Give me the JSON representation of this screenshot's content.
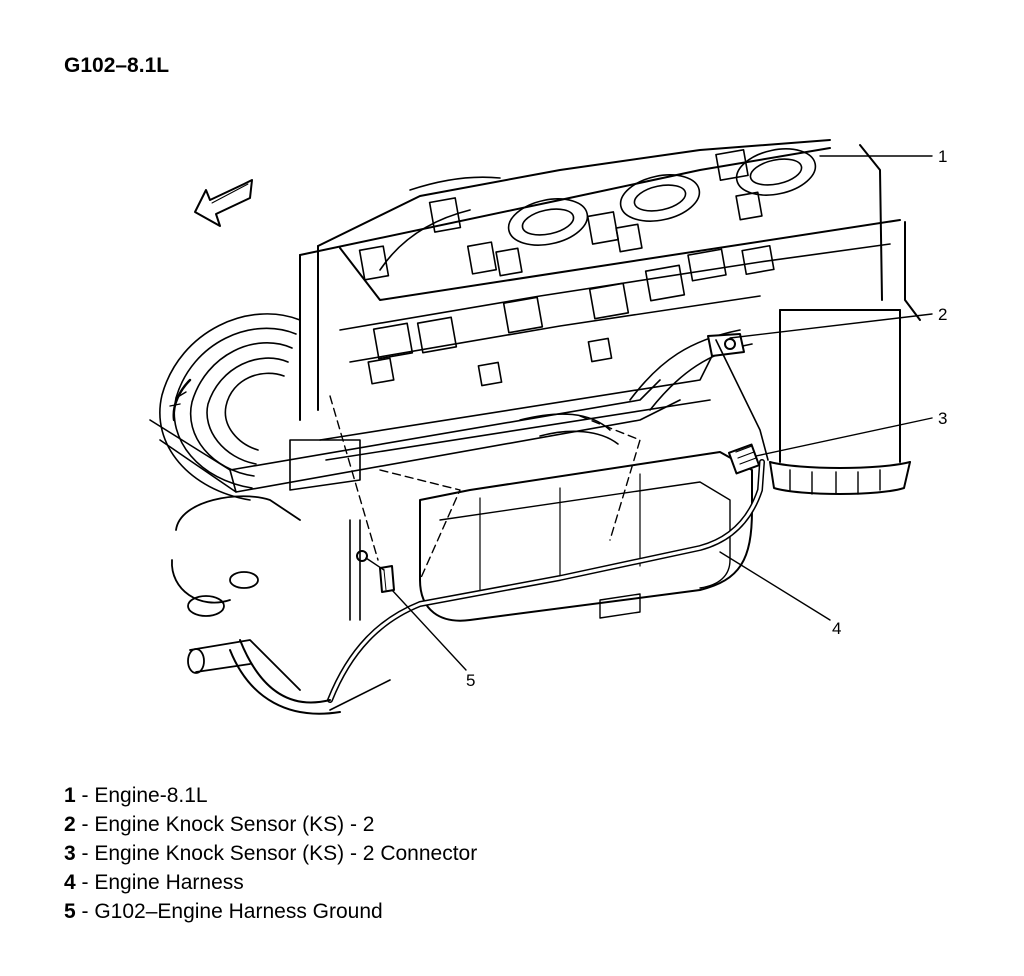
{
  "title": "G102–8.1L",
  "callouts": [
    "1",
    "2",
    "3",
    "4",
    "5"
  ],
  "legend": [
    {
      "num": "1",
      "text": " - Engine-8.1L"
    },
    {
      "num": "2",
      "text": " - Engine Knock Sensor (KS) - 2"
    },
    {
      "num": "3",
      "text": " - Engine Knock Sensor (KS) - 2 Connector"
    },
    {
      "num": "4",
      "text": " - Engine Harness"
    },
    {
      "num": "5",
      "text": " - G102–Engine Harness Ground"
    }
  ]
}
